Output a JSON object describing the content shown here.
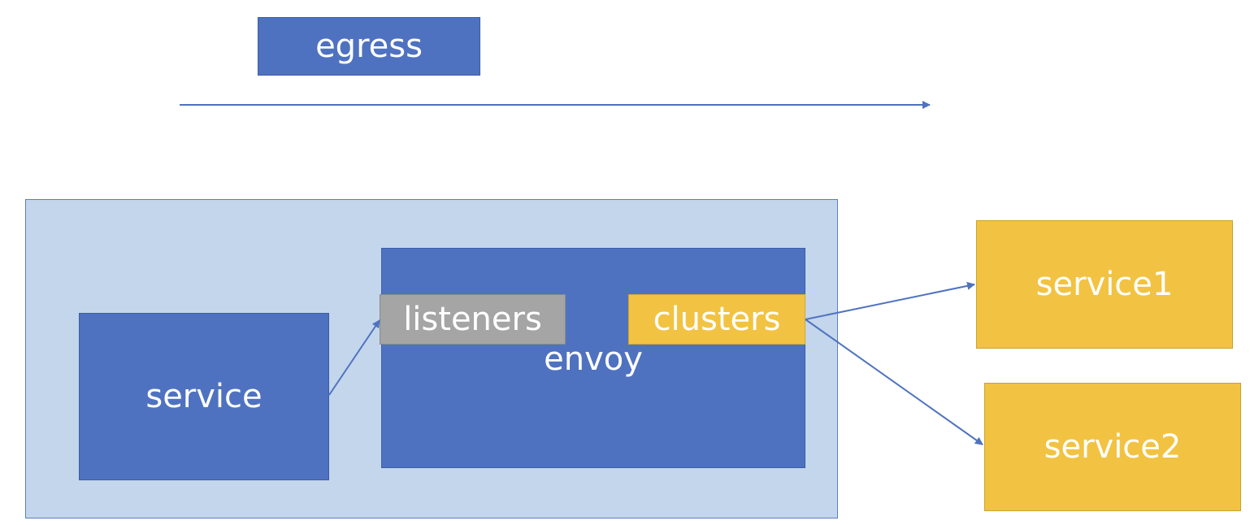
{
  "diagram": {
    "egress_label": "egress",
    "service_label": "service",
    "envoy_label": "envoy",
    "listeners_label": "listeners",
    "clusters_label": "clusters",
    "service1_label": "service1",
    "service2_label": "service2"
  },
  "colors": {
    "primary_blue": "#4f72c0",
    "host_background": "#c3d6eb",
    "listeners_gray": "#a5a5a5",
    "cluster_yellow": "#f2c342",
    "arrow": "#4f72c0"
  }
}
